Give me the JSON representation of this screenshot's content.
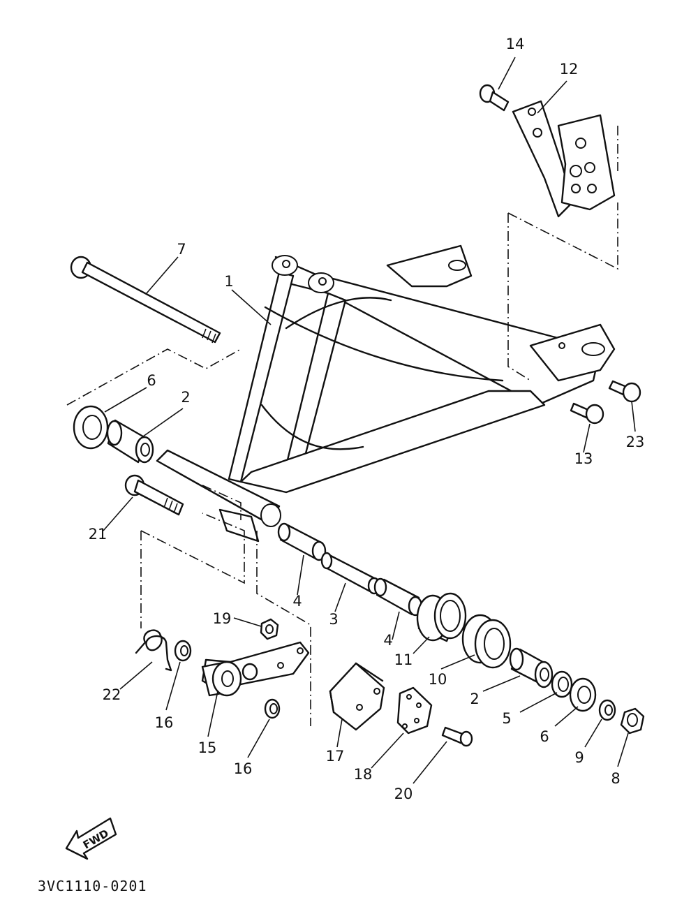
{
  "callouts": [
    "14",
    "12",
    "7",
    "1",
    "6",
    "2",
    "23",
    "13",
    "21",
    "4",
    "3",
    "4",
    "19",
    "11",
    "10",
    "22",
    "16",
    "15",
    "2",
    "5",
    "6",
    "9",
    "8",
    "16",
    "17",
    "18",
    "20"
  ],
  "fwd_label": "FWD",
  "reference_code": "3VC1110-0201"
}
